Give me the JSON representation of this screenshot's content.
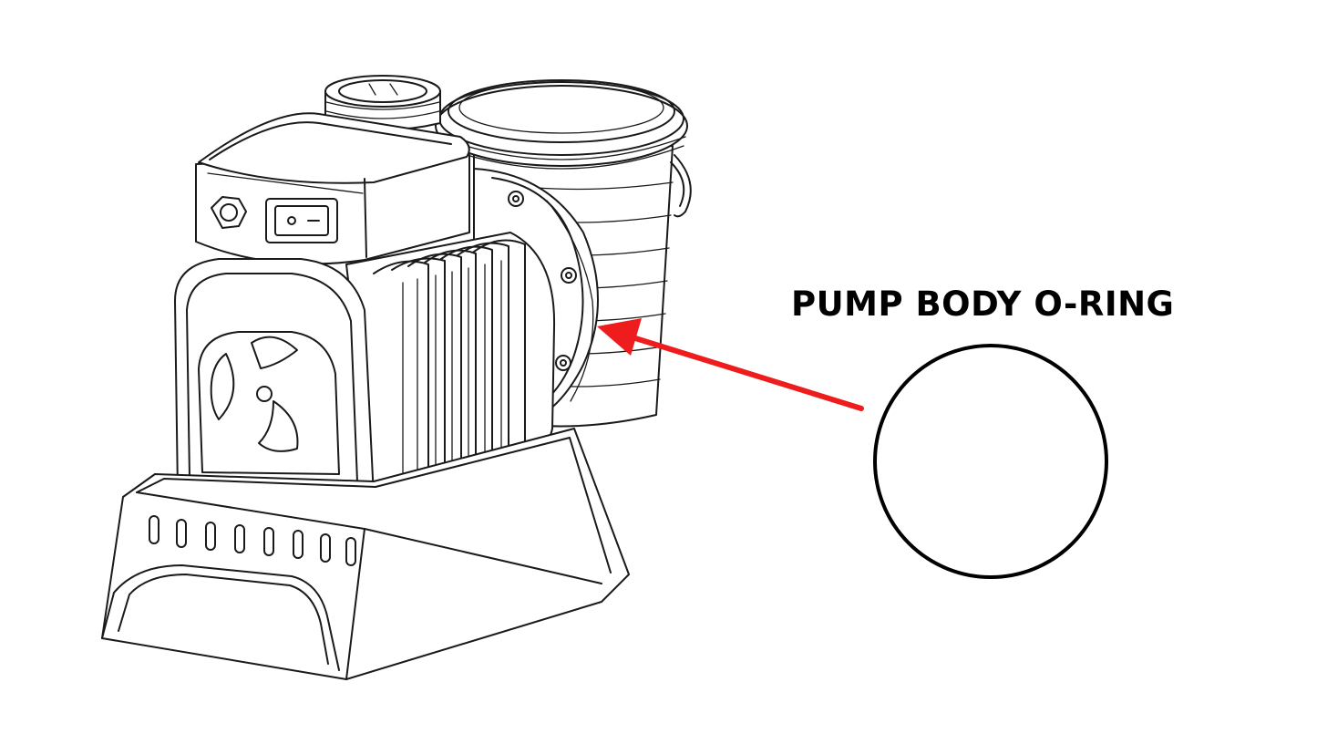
{
  "callout": {
    "label": "PUMP BODY O-RING",
    "arrow_color": "#ee1c1c"
  },
  "icons": {
    "pump": "pool-pump-line-drawing",
    "oring": "o-ring-circle",
    "fan": "fan-icon",
    "switch": "power-switch-icon"
  },
  "colors": {
    "background": "#ffffff",
    "line": "#1a1a1a",
    "label": "#000000"
  }
}
